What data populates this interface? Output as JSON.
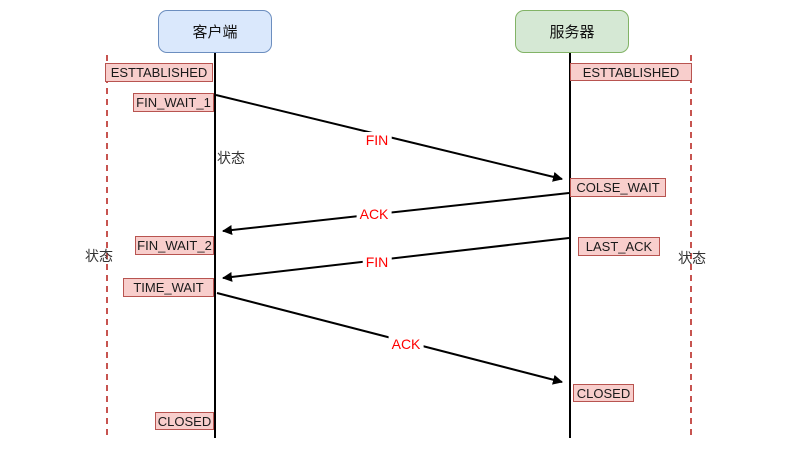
{
  "diagram_type": "tcp-connection-close-sequence",
  "actors": [
    {
      "id": "client",
      "label": "客户端"
    },
    {
      "id": "server",
      "label": "服务器"
    }
  ],
  "client_states": [
    {
      "label": "ESTTABLISHED"
    },
    {
      "label": "FIN_WAIT_1"
    },
    {
      "label": "FIN_WAIT_2"
    },
    {
      "label": "TIME_WAIT"
    },
    {
      "label": "CLOSED"
    }
  ],
  "server_states": [
    {
      "label": "ESTTABLISHED"
    },
    {
      "label": "COLSE_WAIT"
    },
    {
      "label": "LAST_ACK"
    },
    {
      "label": "CLOSED"
    }
  ],
  "messages": [
    {
      "label": "FIN",
      "from": "client",
      "to": "server"
    },
    {
      "label": "ACK",
      "from": "server",
      "to": "client"
    },
    {
      "label": "FIN",
      "from": "server",
      "to": "client"
    },
    {
      "label": "ACK",
      "from": "client",
      "to": "server"
    }
  ],
  "annotations": {
    "left_status": "状态",
    "client_status": "状态",
    "right_status": "状态"
  },
  "colors": {
    "state_fill": "#f8cecc",
    "state_border": "#b85450",
    "client_fill": "#dae8fc",
    "client_border": "#6c8ebf",
    "server_fill": "#d5e8d4",
    "server_border": "#82b366",
    "message_label": "#ff0000",
    "lifeline": "#000000",
    "boundary_dash": "#c75450"
  }
}
